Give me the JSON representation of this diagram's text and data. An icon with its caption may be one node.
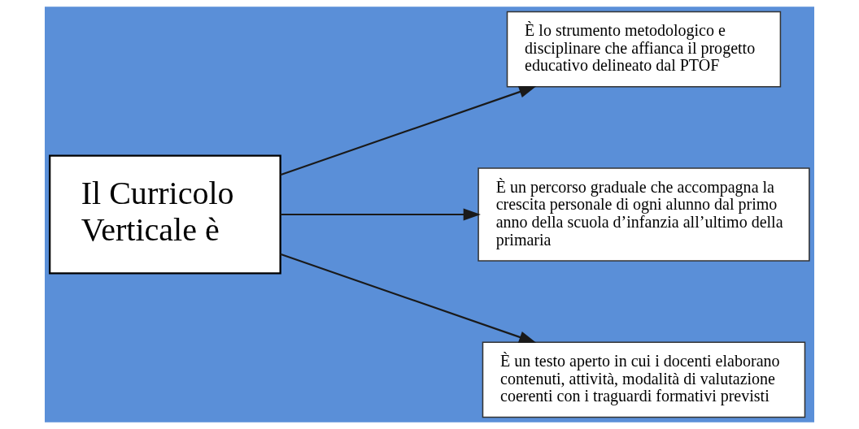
{
  "diagram": {
    "nodes": [
      {
        "text": [
          "Il Curricolo Verticale è"
        ]
      },
      {
        "text": [
          "È lo strumento metodologico e disciplinare che affianca il progetto educativo delineato dal PTOF"
        ]
      },
      {
        "text": [
          "È un percorso graduale che accompagna la crescita personale di ogni alunno dal primo anno della scuola d’infanzia all’ultimo della primaria"
        ]
      },
      {
        "text": [
          "È un testo aperto in cui i docenti elaborano contenuti, attività, modalità di valutazione coerenti con i traguardi formativi previsti"
        ]
      }
    ],
    "edges": [
      {
        "from": 0,
        "to": 1,
        "arrow": "to"
      },
      {
        "from": 0,
        "to": 2,
        "arrow": "to"
      },
      {
        "from": 0,
        "to": 3,
        "arrow": "to"
      }
    ]
  }
}
